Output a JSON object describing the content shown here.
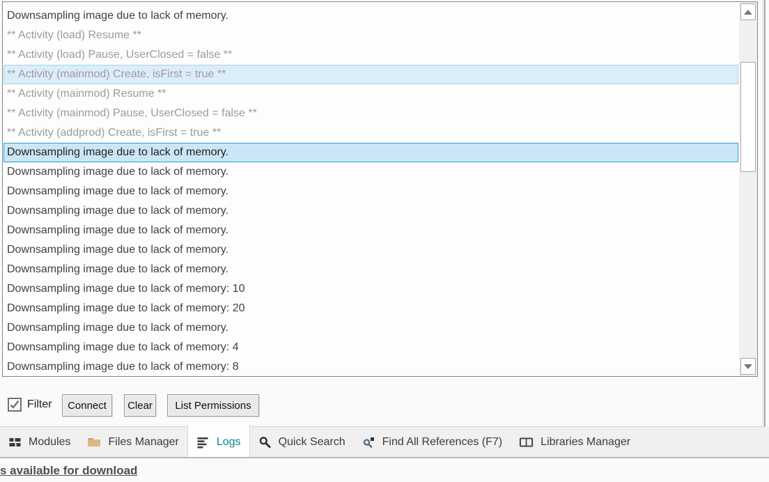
{
  "log_panel": {
    "rows": [
      {
        "text": "Downsampling image due to lack of memory.",
        "tone": "normal",
        "selected": "none"
      },
      {
        "text": "** Activity (load) Resume **",
        "tone": "muted",
        "selected": "none"
      },
      {
        "text": "** Activity (load) Pause, UserClosed = false **",
        "tone": "muted",
        "selected": "none"
      },
      {
        "text": "** Activity (mainmod) Create, isFirst = true **",
        "tone": "muted",
        "selected": "inactive"
      },
      {
        "text": "** Activity (mainmod) Resume **",
        "tone": "muted",
        "selected": "none"
      },
      {
        "text": "** Activity (mainmod) Pause, UserClosed = false **",
        "tone": "muted",
        "selected": "none"
      },
      {
        "text": "** Activity (addprod) Create, isFirst = true **",
        "tone": "muted",
        "selected": "none"
      },
      {
        "text": "Downsampling image due to lack of memory.",
        "tone": "normal",
        "selected": "active"
      },
      {
        "text": "Downsampling image due to lack of memory.",
        "tone": "normal",
        "selected": "none"
      },
      {
        "text": "Downsampling image due to lack of memory.",
        "tone": "normal",
        "selected": "none"
      },
      {
        "text": "Downsampling image due to lack of memory.",
        "tone": "normal",
        "selected": "none"
      },
      {
        "text": "Downsampling image due to lack of memory.",
        "tone": "normal",
        "selected": "none"
      },
      {
        "text": "Downsampling image due to lack of memory.",
        "tone": "normal",
        "selected": "none"
      },
      {
        "text": "Downsampling image due to lack of memory.",
        "tone": "normal",
        "selected": "none"
      },
      {
        "text": "Downsampling image due to lack of memory: 10",
        "tone": "normal",
        "selected": "none"
      },
      {
        "text": "Downsampling image due to lack of memory: 20",
        "tone": "normal",
        "selected": "none"
      },
      {
        "text": "Downsampling image due to lack of memory.",
        "tone": "normal",
        "selected": "none"
      },
      {
        "text": "Downsampling image due to lack of memory: 4",
        "tone": "normal",
        "selected": "none"
      },
      {
        "text": "Downsampling image due to lack of memory: 8",
        "tone": "normal",
        "selected": "none"
      }
    ]
  },
  "controls": {
    "filter_label": "Filter",
    "filter_checked": true,
    "connect_label": "Connect",
    "clear_label": "Clear",
    "list_permissions_label": "List Permissions"
  },
  "tabs": [
    {
      "label": "Modules",
      "icon": "modules-icon",
      "active": false
    },
    {
      "label": "Files Manager",
      "icon": "folder-icon",
      "active": false
    },
    {
      "label": "Logs",
      "icon": "log-lines-icon",
      "active": true
    },
    {
      "label": "Quick Search",
      "icon": "search-icon",
      "active": false
    },
    {
      "label": "Find All References (F7)",
      "icon": "find-references-icon",
      "active": false
    },
    {
      "label": "Libraries Manager",
      "icon": "open-book-icon",
      "active": false
    }
  ],
  "status": {
    "link_text": "s available for download"
  },
  "colors": {
    "selection_active_bg": "#cbe7f7",
    "selection_active_border": "#2a9cd8",
    "selection_inactive_bg": "#dcedfa",
    "selection_inactive_border": "#a3d5ef",
    "tab_active_text": "#10808f",
    "folder_icon": "#d9b47c",
    "muted_text": "#9b9b9b"
  }
}
